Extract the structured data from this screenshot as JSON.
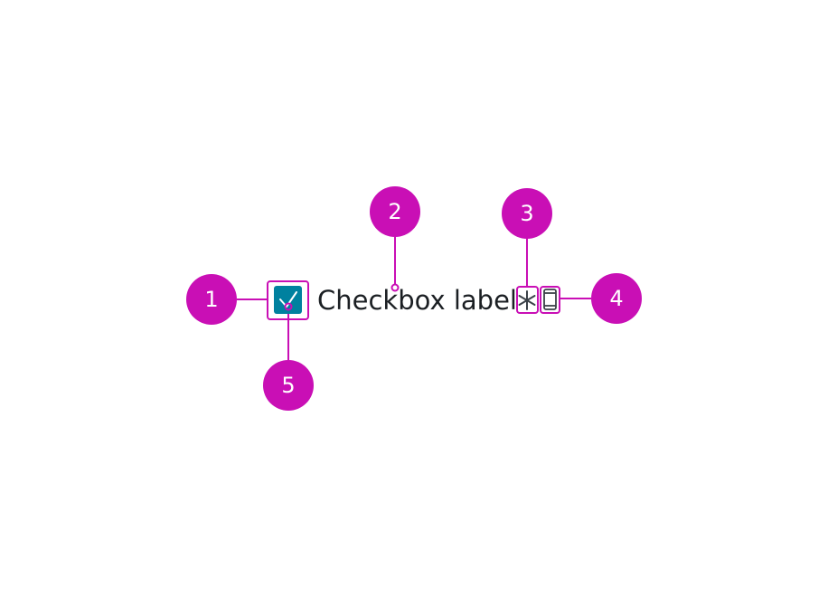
{
  "colors": {
    "annotation": "#c90fb5",
    "checkbox_fill": "#00819f",
    "text": "#1b1f23",
    "icon": "#3b4148"
  },
  "checkbox": {
    "checked": true,
    "label": "Checkbox label"
  },
  "icons": {
    "required": "asterisk-icon",
    "device": "mobile-phone-icon",
    "check": "checkmark-icon"
  },
  "annotations": [
    {
      "number": "1"
    },
    {
      "number": "2"
    },
    {
      "number": "3"
    },
    {
      "number": "4"
    },
    {
      "number": "5"
    }
  ]
}
